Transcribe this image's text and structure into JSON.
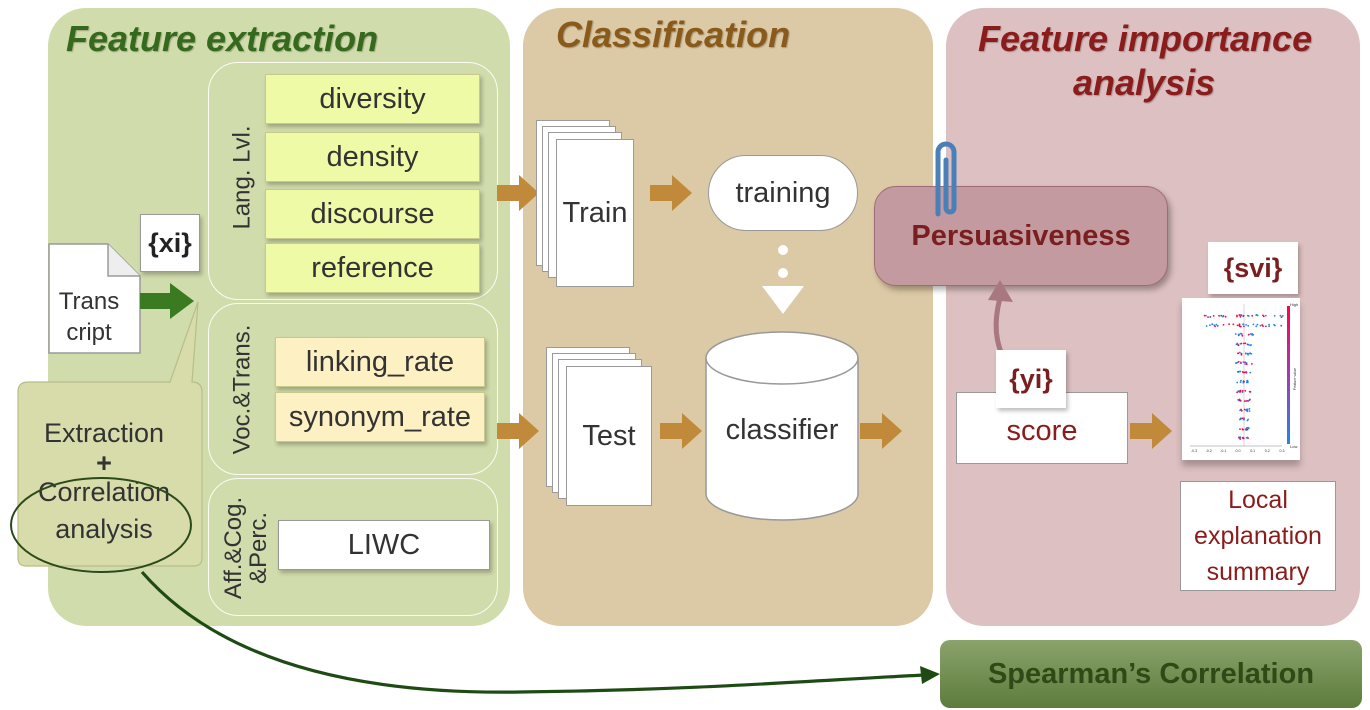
{
  "panels": {
    "extraction_title": "Feature extraction",
    "classification_title": "Classification",
    "importance_title_line1": "Feature importance",
    "importance_title_line2": "analysis"
  },
  "input": {
    "tag": "{xi}",
    "doc_line1": "Trans",
    "doc_line2": "cript"
  },
  "groups": [
    {
      "label": "Lang. Lvl.",
      "features": [
        "diversity",
        "density",
        "discourse",
        "reference"
      ]
    },
    {
      "label": "Voc.&Trans.",
      "features": [
        "linking_rate",
        "synonym_rate"
      ]
    },
    {
      "label_line1": "Aff.&Cog.",
      "label_line2": "&Perc.",
      "features": [
        "LIWC"
      ]
    }
  ],
  "callout": {
    "line1": "Extraction",
    "line2": "+",
    "line3": "Correlation",
    "line4": "analysis"
  },
  "classification": {
    "train": "Train",
    "test": "Test",
    "training": "training",
    "classifier": "classifier"
  },
  "importance": {
    "persuasiveness": "Persuasiveness",
    "yi_tag": "{yi}",
    "score": "score",
    "svi_tag": "{svi}",
    "summary_line1": "Local",
    "summary_line2": "explanation",
    "summary_line3": "summary",
    "shap_high": "High",
    "shap_low": "Low",
    "shap_axis_label": "Feature value",
    "shap_ticks": [
      "-0.3",
      "-0.2",
      "-0.1",
      "0.0",
      "0.1",
      "0.2",
      "0.3"
    ]
  },
  "spearman": "Spearman’s Correlation",
  "colors": {
    "extraction_panel": "#d1dcac",
    "classification_panel": "#dcc9a5",
    "importance_panel": "#ddc0c1",
    "extraction_title": "#356a1d",
    "classification_title": "#8a5a1a",
    "importance_title": "#8b1c1c",
    "arrow": "#c08a3a",
    "green_arrow": "#3a7a20",
    "feature_fill": "#eefaa6",
    "feature_fill_voc": "#fdf0c2"
  }
}
